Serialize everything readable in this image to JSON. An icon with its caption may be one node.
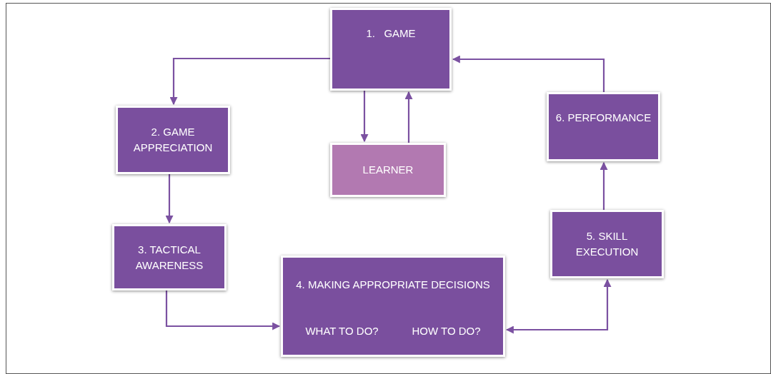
{
  "diagram": {
    "nodes": [
      {
        "text": [
          "1.   GAME"
        ]
      },
      {
        "text": [
          "2. GAME APPRECIATION"
        ]
      },
      {
        "text": [
          "LEARNER"
        ]
      },
      {
        "text": [
          "6. PERFORMANCE"
        ]
      },
      {
        "text": [
          "3. TACTICAL AWARENESS"
        ]
      },
      {
        "text": [
          "5. SKILL EXECUTION"
        ]
      },
      {
        "text": [
          "4. MAKING APPROPRIATE DECISIONS",
          "WHAT TO DO?",
          "HOW TO DO?"
        ]
      }
    ],
    "edges": [
      {
        "from": 0,
        "to": 1,
        "arrow": "to"
      },
      {
        "from": 0,
        "to": 2,
        "arrow": "to"
      },
      {
        "from": 2,
        "to": 0,
        "arrow": "to"
      },
      {
        "from": 3,
        "to": 0,
        "arrow": "to"
      },
      {
        "from": 1,
        "to": 4,
        "arrow": "to"
      },
      {
        "from": 4,
        "to": 6,
        "arrow": "to"
      },
      {
        "from": 6,
        "to": 5,
        "arrow": "both"
      },
      {
        "from": 5,
        "to": 3,
        "arrow": "to"
      }
    ]
  }
}
